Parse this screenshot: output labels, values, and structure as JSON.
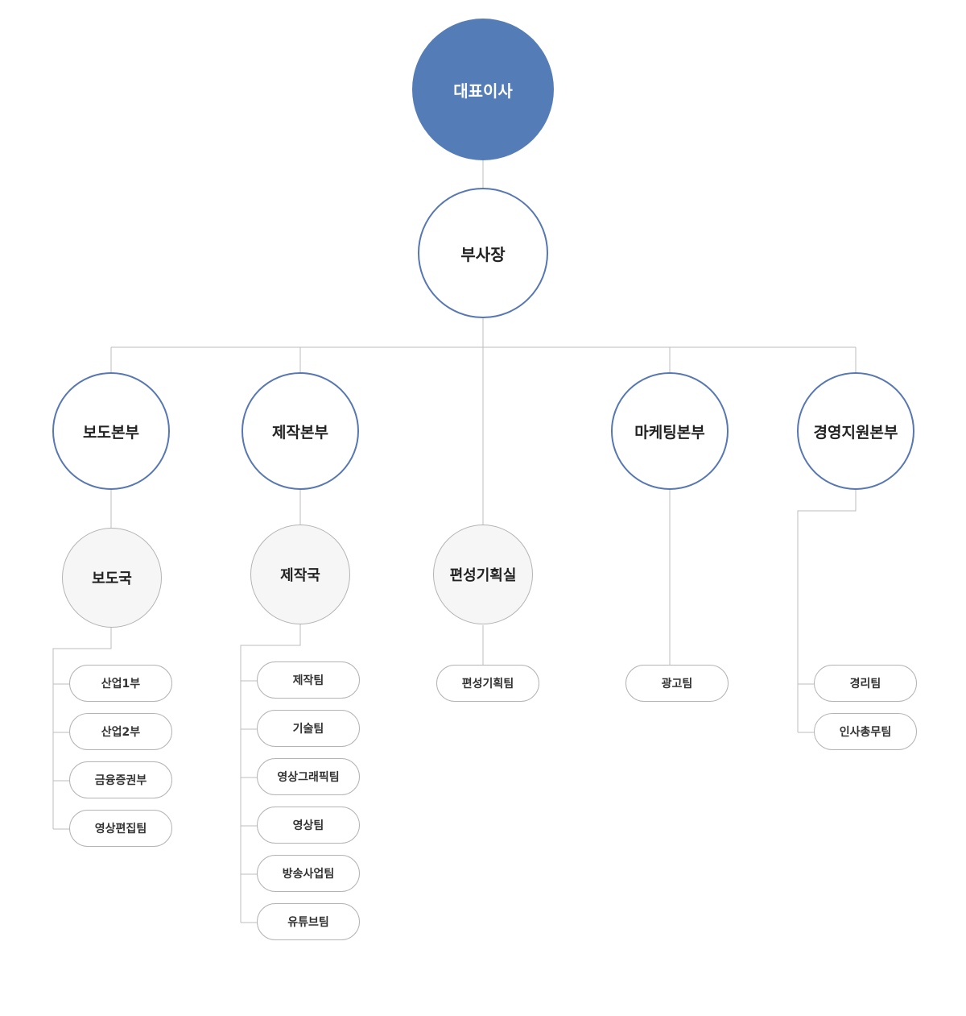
{
  "colors": {
    "accent": "#547cb6",
    "border": "#5677b3",
    "line": "#bcbcbc"
  },
  "ceo": "대표이사",
  "vp": "부사장",
  "hq": [
    "보도본부",
    "제작본부",
    "마케팅본부",
    "경영지원본부"
  ],
  "depts": {
    "news": "보도국",
    "prod": "제작국",
    "planning": "편성기획실"
  },
  "teams": {
    "news": [
      "산업1부",
      "산업2부",
      "금융증권부",
      "영상편집팀"
    ],
    "prod": [
      "제작팀",
      "기술팀",
      "영상그래픽팀",
      "영상팀",
      "방송사업팀",
      "유튜브팀"
    ],
    "planning": [
      "편성기획팀"
    ],
    "marketing": [
      "광고팀"
    ],
    "management": [
      "경리팀",
      "인사총무팀"
    ]
  }
}
